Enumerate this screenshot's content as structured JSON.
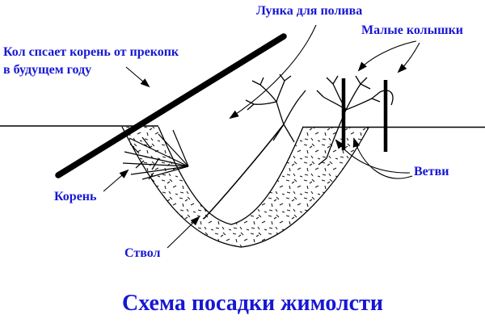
{
  "diagram": {
    "title": "Схема посадки жимолсти",
    "labels": {
      "stake_note_line1": "Кол спсает корень от прекопк",
      "stake_note_line2": "в будущем году",
      "watering_hole": "Лунка для полива",
      "small_pegs": "Малые колышки",
      "root": "Корень",
      "trunk": "Ствол",
      "branches": "Ветви"
    },
    "colors": {
      "label_blue": "#1717D4",
      "ink": "#000000",
      "background": "#FFFFFF"
    }
  }
}
